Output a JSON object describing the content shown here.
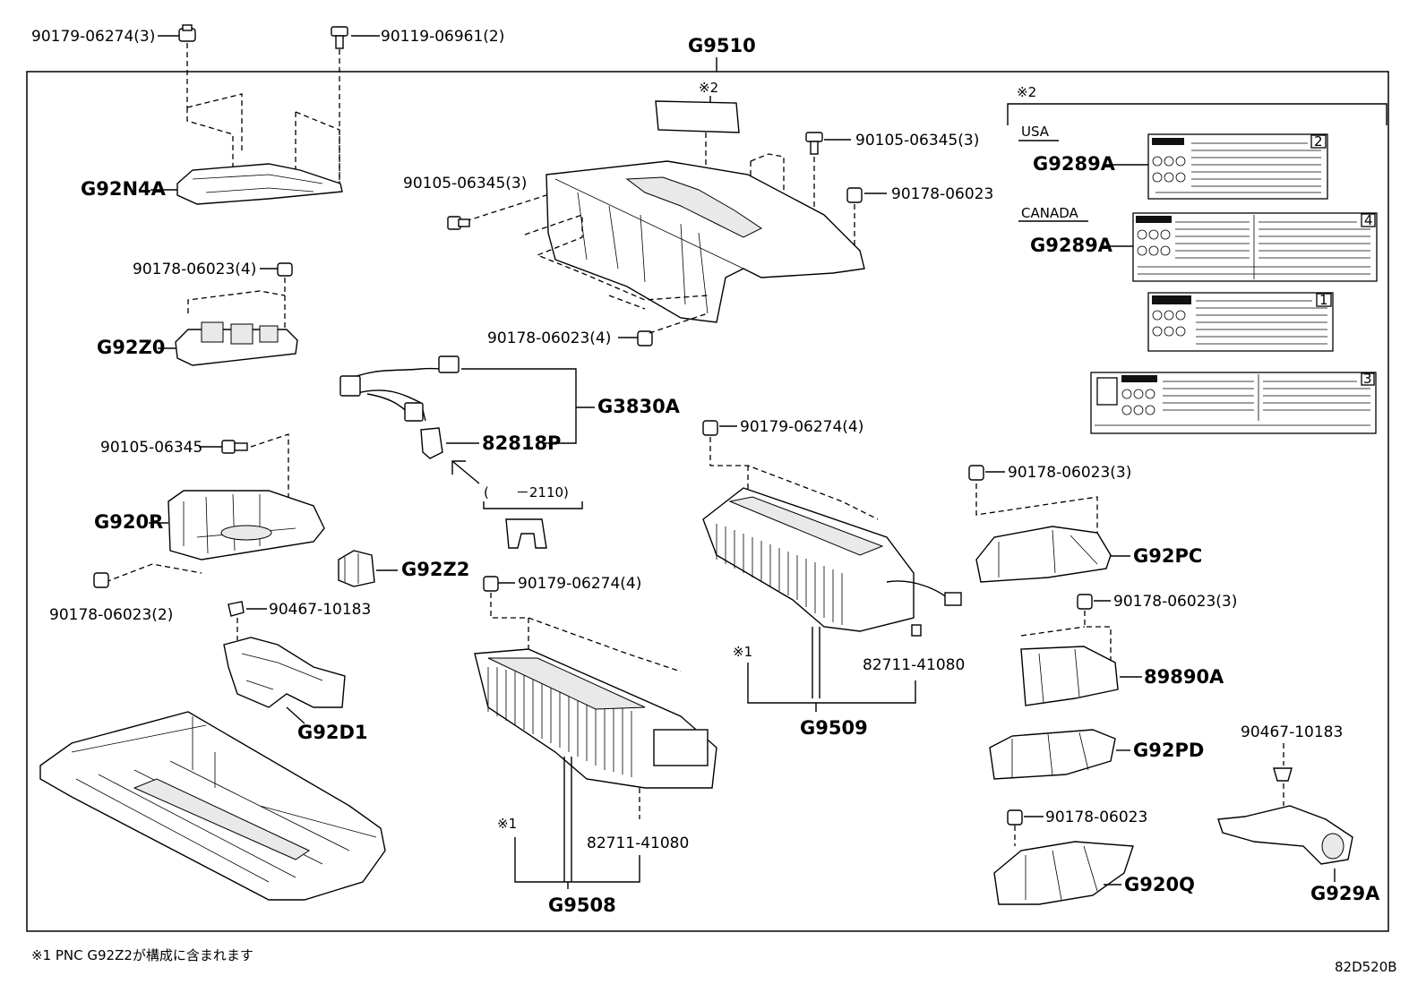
{
  "diagram": {
    "main_group": "G9510",
    "note2_top": "※2",
    "note2_labels": "※2",
    "note1_a": "※1",
    "note1_b": "※1",
    "footer_note": "※1 PNC G92Z2が構成に含まれます",
    "diagram_id": "82D520B",
    "region_usa": "USA",
    "region_canada": "CANADA",
    "date_range": "(　　－2110)",
    "label_num_1": "1",
    "label_num_2": "2",
    "label_num_3": "3",
    "label_num_4": "4"
  },
  "callouts": {
    "c01": "90179-06274(3)",
    "c02": "90119-06961(2)",
    "c03": "G92N4A",
    "c04": "90105-06345(3)",
    "c05": "90105-06345(3)",
    "c06": "90178-06023",
    "c07": "G9289A",
    "c08": "G9289A",
    "c09": "90178-06023(4)",
    "c10": "G92Z0",
    "c11": "90178-06023(4)",
    "c12": "G3830A",
    "c13": "82818P",
    "c14": "90105-06345",
    "c15": "90179-06274(4)",
    "c16": "90178-06023(3)",
    "c17": "G920R",
    "c18": "G92Z2",
    "c19": "G92PC",
    "c20": "90178-06023(2)",
    "c21": "90467-10183",
    "c22": "90179-06274(4)",
    "c23": "90178-06023(3)",
    "c24": "82711-41080",
    "c25": "89890A",
    "c26": "G9509",
    "c27": "G92D1",
    "c28": "90467-10183",
    "c29": "G92PD",
    "c30": "82711-41080",
    "c31": "90178-06023",
    "c32": "G920Q",
    "c33": "G929A",
    "c34": "G9508"
  }
}
